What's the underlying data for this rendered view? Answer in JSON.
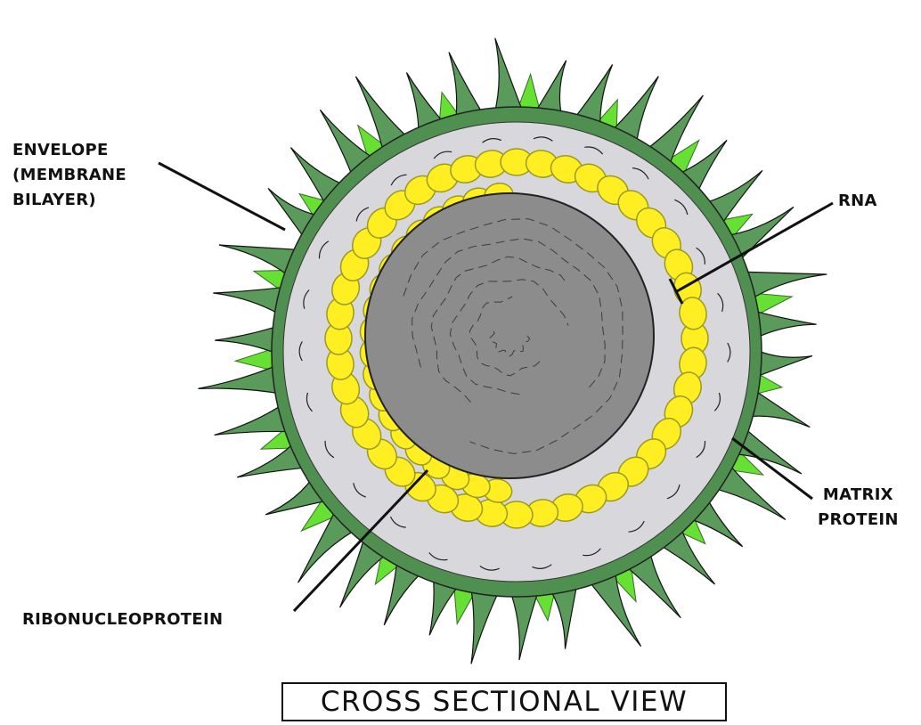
{
  "labels": {
    "envelope": [
      "ENVELOPE",
      "(MEMBRANE",
      "BILAYER)"
    ],
    "rna": "RNA",
    "matrix": [
      "MATRIX",
      "PROTEIN"
    ],
    "ribonucleoprotein": "RIBONUCLEOPROTEIN"
  },
  "title": "CROSS SECTIONAL VIEW",
  "colors": {
    "spike_dark": "#5a9a5a",
    "spike_light": "#66e033",
    "envelope_ring": "#4f8f50",
    "matrix": "#d8d8dc",
    "ribonucleoprotein": "#ffee22",
    "rnp_outline": "#9a9a20",
    "core": "#8c8c8c",
    "outline": "#111111"
  }
}
